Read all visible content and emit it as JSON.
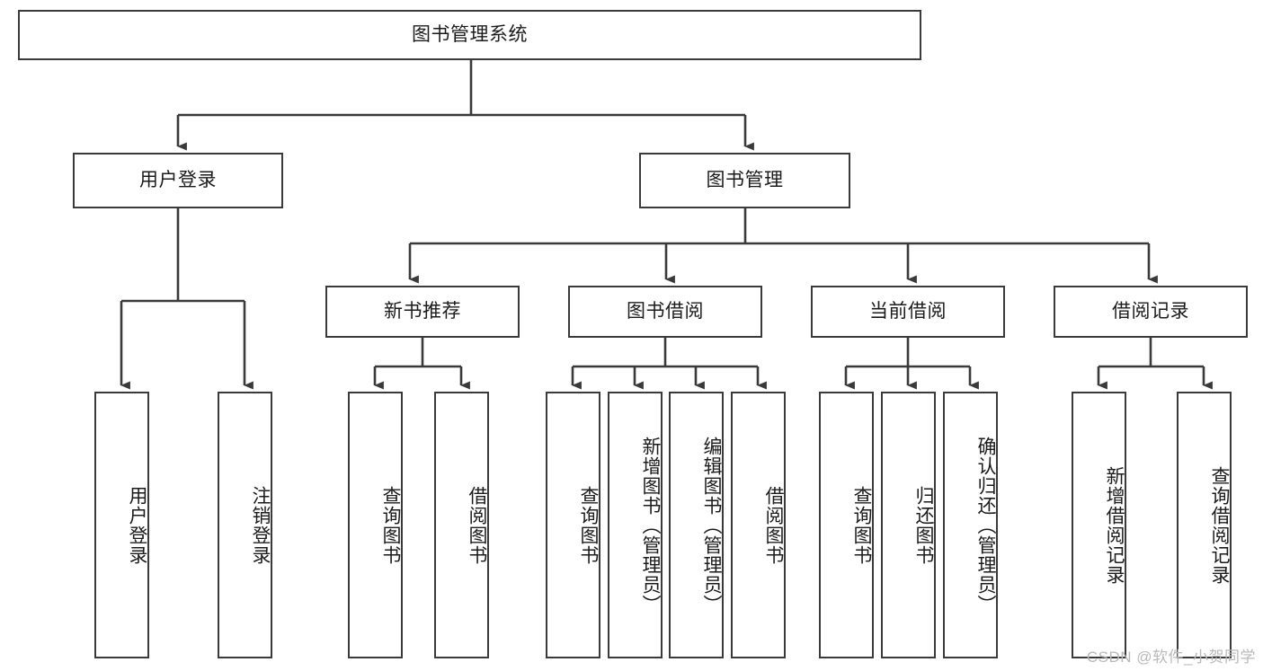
{
  "diagram": {
    "type": "tree-hierarchy",
    "title": "图书管理系统",
    "watermark": "CSDN @软件_小贺同学",
    "colors": {
      "stroke": "#3a3a3a",
      "fill": "#ffffff",
      "text": "#1b1b1b",
      "watermark": "#b9b9b9"
    },
    "levels": [
      {
        "level": 1,
        "nodes": [
          {
            "id": "root",
            "label": "图书管理系统",
            "orientation": "horizontal"
          }
        ]
      },
      {
        "level": 2,
        "nodes": [
          {
            "id": "login",
            "label": "用户登录",
            "orientation": "horizontal",
            "parent": "root"
          },
          {
            "id": "bookmgmt",
            "label": "图书管理",
            "orientation": "horizontal",
            "parent": "root"
          }
        ]
      },
      {
        "level": 3,
        "nodes": [
          {
            "id": "newbook",
            "label": "新书推荐",
            "orientation": "horizontal",
            "parent": "bookmgmt"
          },
          {
            "id": "borrow",
            "label": "图书借阅",
            "orientation": "horizontal",
            "parent": "bookmgmt"
          },
          {
            "id": "current",
            "label": "当前借阅",
            "orientation": "horizontal",
            "parent": "bookmgmt"
          },
          {
            "id": "records",
            "label": "借阅记录",
            "orientation": "horizontal",
            "parent": "bookmgmt"
          }
        ]
      },
      {
        "level": 4,
        "nodes": [
          {
            "id": "leaf-1",
            "label": "用户登录",
            "orientation": "vertical",
            "parent": "login"
          },
          {
            "id": "leaf-2",
            "label": "注销登录",
            "orientation": "vertical",
            "parent": "login"
          },
          {
            "id": "leaf-3",
            "label": "查询图书",
            "orientation": "vertical",
            "parent": "newbook"
          },
          {
            "id": "leaf-4",
            "label": "借阅图书",
            "orientation": "vertical",
            "parent": "newbook"
          },
          {
            "id": "leaf-5",
            "label": "查询图书",
            "orientation": "vertical",
            "parent": "borrow"
          },
          {
            "id": "leaf-6",
            "label": "新增图书（管理员）",
            "orientation": "vertical",
            "parent": "borrow"
          },
          {
            "id": "leaf-7",
            "label": "编辑图书（管理员）",
            "orientation": "vertical",
            "parent": "borrow"
          },
          {
            "id": "leaf-8",
            "label": "借阅图书",
            "orientation": "vertical",
            "parent": "borrow"
          },
          {
            "id": "leaf-9",
            "label": "查询图书",
            "orientation": "vertical",
            "parent": "current"
          },
          {
            "id": "leaf-10",
            "label": "归还图书",
            "orientation": "vertical",
            "parent": "current"
          },
          {
            "id": "leaf-11",
            "label": "确认归还（管理员）",
            "orientation": "vertical",
            "parent": "current"
          },
          {
            "id": "leaf-12",
            "label": "新增借阅记录",
            "orientation": "vertical",
            "parent": "records"
          },
          {
            "id": "leaf-13",
            "label": "查询借阅记录",
            "orientation": "vertical",
            "parent": "records"
          }
        ]
      }
    ]
  }
}
